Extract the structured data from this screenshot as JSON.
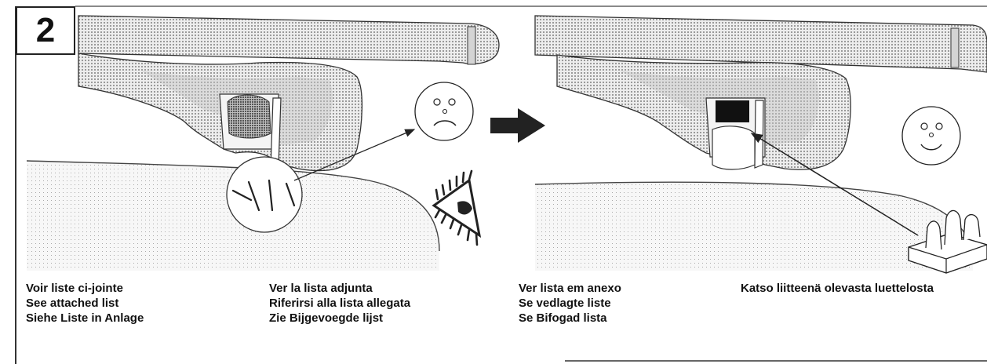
{
  "step": {
    "number": "2"
  },
  "captions": {
    "col1": [
      "Voir liste ci-jointe",
      "See attached list",
      "Siehe Liste in Anlage"
    ],
    "col2": [
      "Ver la lista adjunta",
      "Riferirsi alla lista allegata",
      "Zie Bijgevoegde lijst"
    ],
    "col3": [
      "Ver lista em anexo",
      "Se vedlagte liste",
      "Se Bifogad lista"
    ],
    "col4": [
      "Katso liitteenä olevasta luettelosta"
    ]
  }
}
